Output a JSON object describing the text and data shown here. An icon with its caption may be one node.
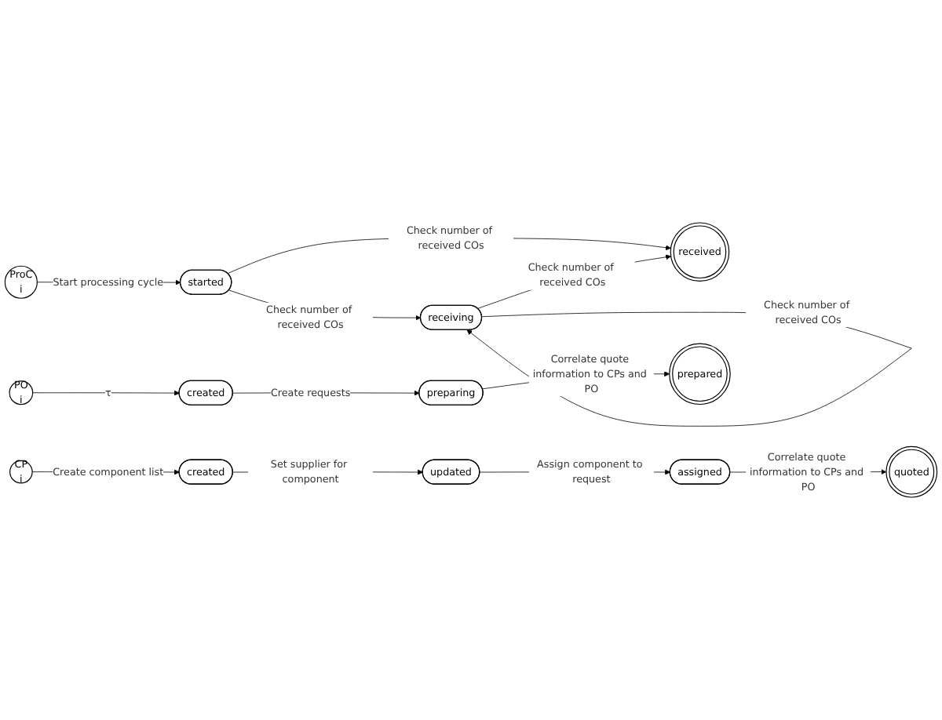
{
  "diagram": {
    "nodes": [
      {
        "text": [
          "ProC",
          "i"
        ]
      },
      {
        "text": [
          "started"
        ]
      },
      {
        "text": [
          "receiving"
        ]
      },
      {
        "text": [
          "received"
        ]
      },
      {
        "text": [
          "CP",
          "i"
        ]
      },
      {
        "text": [
          "created"
        ]
      },
      {
        "text": [
          "updated"
        ]
      },
      {
        "text": [
          "assigned"
        ]
      },
      {
        "text": [
          "quoted"
        ]
      },
      {
        "text": [
          "PO",
          "i"
        ]
      },
      {
        "text": [
          "created"
        ]
      },
      {
        "text": [
          "preparing"
        ]
      },
      {
        "text": [
          "prepared"
        ]
      }
    ],
    "edges": [
      {
        "from": 0,
        "to": 1,
        "arrow": "to",
        "label": "Start processing cycle"
      },
      {
        "from": 1,
        "to": 2,
        "arrow": "to",
        "label": "Check number of received COs"
      },
      {
        "from": 1,
        "to": 3,
        "arrow": "to",
        "label": "Check number of received COs"
      },
      {
        "from": 2,
        "to": 2,
        "arrow": "to",
        "label": "Check number of received COs"
      },
      {
        "from": 2,
        "to": 3,
        "arrow": "to",
        "label": "Check number of received COs"
      },
      {
        "from": 4,
        "to": 5,
        "arrow": "to",
        "label": "Create component list"
      },
      {
        "from": 5,
        "to": 6,
        "arrow": "to",
        "label": "Set supplier for component"
      },
      {
        "from": 6,
        "to": 7,
        "arrow": "to",
        "label": "Assign component to request"
      },
      {
        "from": 7,
        "to": 8,
        "arrow": "to",
        "label": "Correlate quote information to CPs and PO"
      },
      {
        "from": 9,
        "to": 10,
        "arrow": "to",
        "label": "τ"
      },
      {
        "from": 10,
        "to": 11,
        "arrow": "to",
        "label": "Create requests"
      },
      {
        "from": 11,
        "to": 12,
        "arrow": "to",
        "label": "Correlate quote information to CPs and PO"
      }
    ]
  }
}
